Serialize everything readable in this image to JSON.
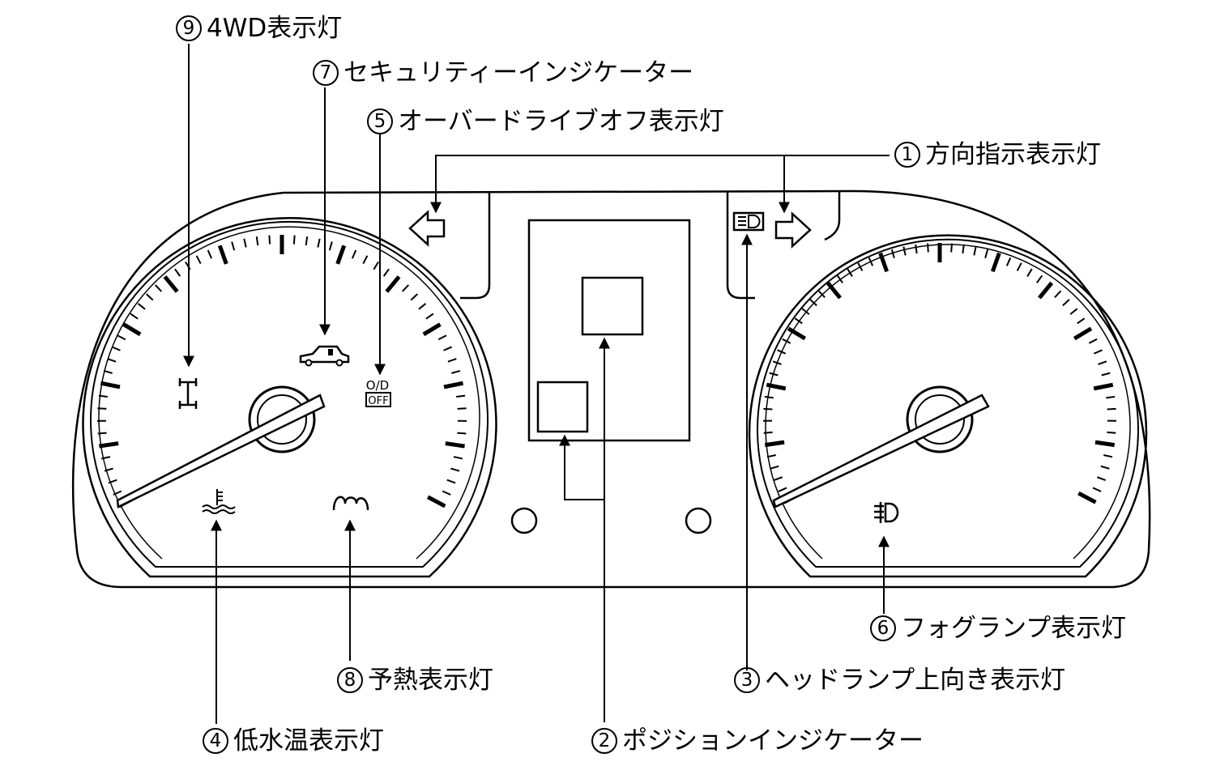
{
  "callouts": {
    "c1": {
      "num": "1",
      "text": "方向指示表示灯"
    },
    "c2": {
      "num": "2",
      "text": "ポジションインジケーター"
    },
    "c3": {
      "num": "3",
      "text": "ヘッドランプ上向き表示灯"
    },
    "c4": {
      "num": "4",
      "text": "低水温表示灯"
    },
    "c5": {
      "num": "5",
      "text": "オーバードライブオフ表示灯"
    },
    "c6": {
      "num": "6",
      "text": "フォグランプ表示灯"
    },
    "c7": {
      "num": "7",
      "text": "セキュリティーインジケーター"
    },
    "c8": {
      "num": "8",
      "text": "予熱表示灯"
    },
    "c9": {
      "num": "9",
      "text": "4WD表示灯"
    }
  },
  "icons": {
    "od_top": "O/D",
    "od_bottom": "OFF",
    "turn_left": "turn-left-arrow-icon",
    "turn_right": "turn-right-arrow-icon",
    "high_beam": "high-beam-icon",
    "security": "security-car-icon",
    "four_wd": "4wd-icon",
    "low_temp": "low-coolant-temp-icon",
    "glow_plug": "glow-plug-icon",
    "fog": "fog-lamp-icon"
  }
}
